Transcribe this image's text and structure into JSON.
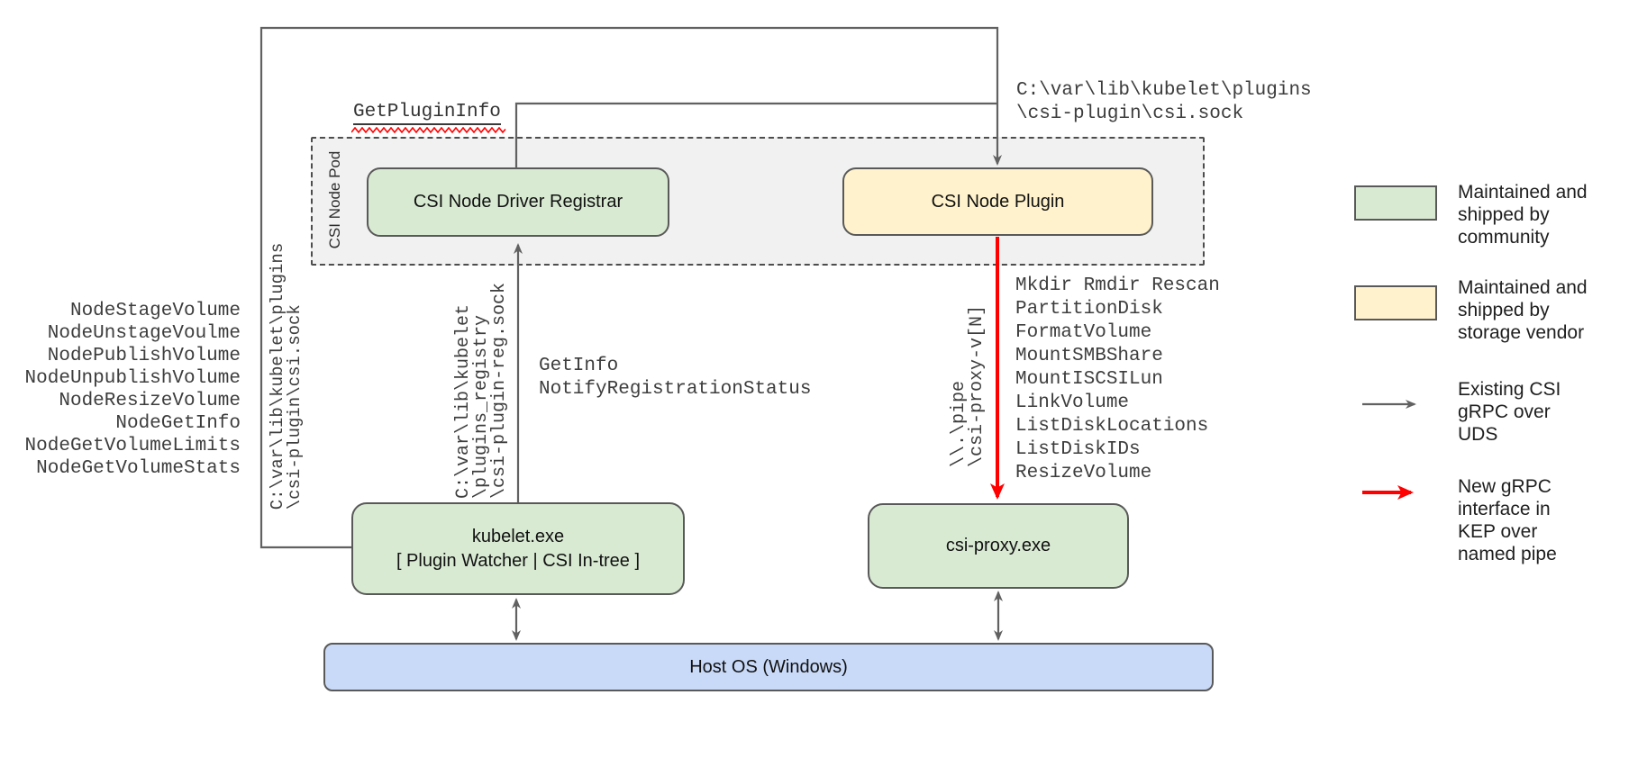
{
  "colors": {
    "community_green": "#d9ead3",
    "vendor_yellow": "#fff2cc",
    "host_blue": "#c9daf8",
    "pod_fill": "#f1f1f1",
    "box_border": "#595959",
    "wire_gray": "#616161",
    "arrow_red": "#ff0000",
    "mono_text": "#3d3d3d",
    "label_text": "#111111"
  },
  "nodes": {
    "pod": "CSI Node Pod",
    "registrar": "CSI Node Driver Registrar",
    "plugin": "CSI Node Plugin",
    "kubelet": [
      "kubelet.exe",
      "[ Plugin Watcher | CSI In-tree ]"
    ],
    "csi_proxy": "csi-proxy.exe",
    "host_os": "Host OS (Windows)"
  },
  "annotations": {
    "get_plugin_info": "GetPluginInfo",
    "csi_sock_top": [
      "C:\\var\\lib\\kubelet\\plugins",
      "\\csi-plugin\\csi.sock"
    ],
    "csi_sock_left": [
      "C:\\var\\lib\\kubelet\\plugins",
      "\\csi-plugin\\csi.sock"
    ],
    "registration_sock": [
      "C:\\var\\lib\\kubelet",
      "\\plugins_registry",
      "\\csi-plugin-reg.sock"
    ],
    "named_pipe": [
      "\\\\.\\pipe",
      "\\csi-proxy-v[N]"
    ],
    "registration_calls": [
      "GetInfo",
      "NotifyRegistrationStatus"
    ],
    "node_rpcs": [
      "NodeStageVolume",
      "NodeUnstageVoulme",
      "NodePublishVolume",
      "NodeUnpublishVolume",
      "NodeResizeVolume",
      "NodeGetInfo",
      "NodeGetVolumeLimits",
      "NodeGetVolumeStats"
    ],
    "proxy_rpcs": [
      "Mkdir Rmdir Rescan",
      "PartitionDisk",
      "FormatVolume",
      "MountSMBShare",
      "MountISCSILun",
      "LinkVolume",
      "ListDiskLocations",
      "ListDiskIDs",
      "ResizeVolume"
    ]
  },
  "legend": {
    "community": [
      "Maintained and",
      "shipped by",
      "community"
    ],
    "vendor": [
      "Maintained and",
      "shipped by",
      "storage vendor"
    ],
    "uds": [
      "Existing CSI",
      "gRPC over",
      "UDS"
    ],
    "pipe": [
      "New gRPC",
      "interface in",
      "KEP over",
      "named pipe"
    ]
  }
}
